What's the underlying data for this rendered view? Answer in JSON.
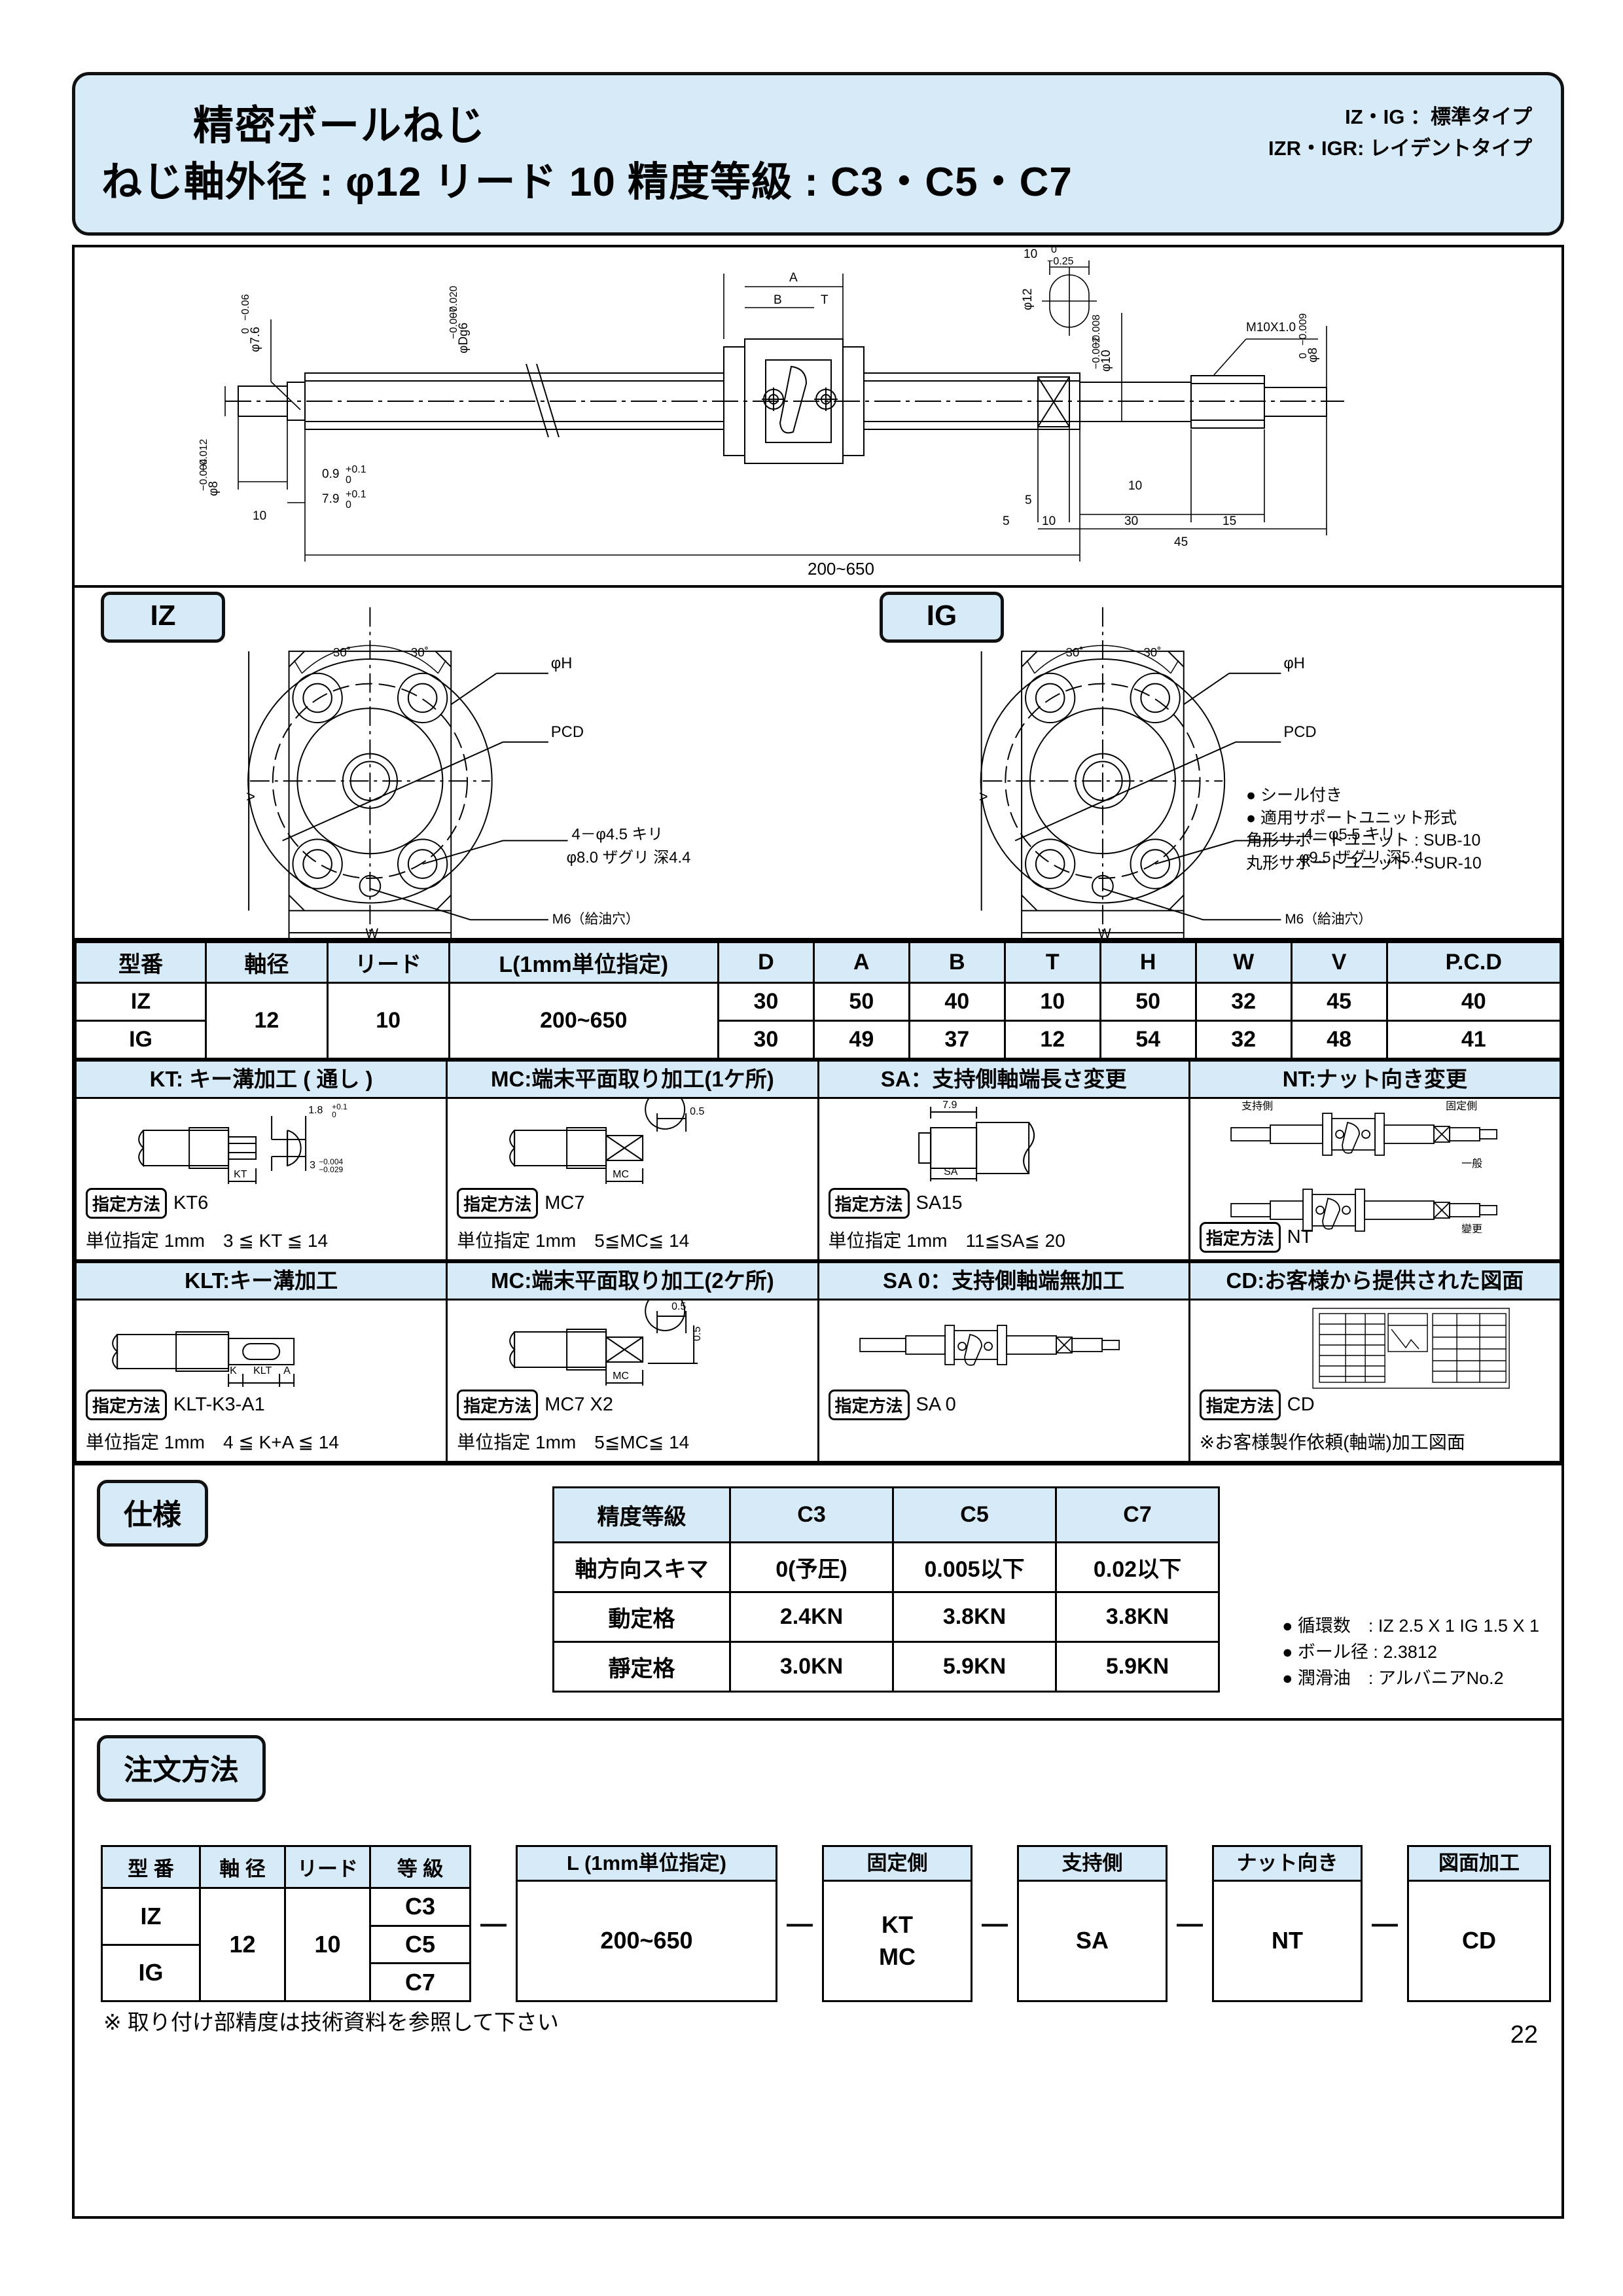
{
  "header": {
    "title_line1": "精密ボールねじ",
    "title_line2": "ねじ軸外径 : φ12 リード 10 精度等級 : C3・C5・C7",
    "note1": "IZ・IG ：標準タイプ",
    "note2": "IZR・IGR: レイデントタイプ"
  },
  "drawing": {
    "dim_phi76": "φ7.6",
    "dim_phi76_tol_up": "0",
    "dim_phi76_tol_dn": "−0.06",
    "dim_phi8a": "φ8",
    "dim_phi8a_tol_up": "−0.004",
    "dim_phi8a_tol_dn": "−0.012",
    "dim_10_left": "10",
    "dim_09": "0.9",
    "dim_09_tol_up": "+0.1",
    "dim_09_tol_dn": "0",
    "dim_79": "7.9",
    "dim_79_tol_up": "+0.1",
    "dim_79_tol_dn": "0",
    "dim_Dg6": "φDg6",
    "dim_Dg6_tol_up": "−0.007",
    "dim_Dg6_tol_dn": "−0.020",
    "label_A": "A",
    "label_B": "B",
    "label_T": "T",
    "dim_10_top": "10",
    "dim_10_top_tol_up": "0",
    "dim_10_top_tol_dn": "−0.25",
    "dim_phi12": "φ12",
    "dim_phi10": "φ10",
    "dim_phi10_tol_up": "−0.002",
    "dim_phi10_tol_dn": "−0.008",
    "thread": "M10X1.0",
    "dim_phi8b": "φ8",
    "dim_phi8b_tol_up": "0",
    "dim_phi8b_tol_dn": "−0.009",
    "dim_5a": "5",
    "dim_5b": "5",
    "dim_10a": "10",
    "dim_10b": "10",
    "dim_30": "30",
    "dim_15": "15",
    "dim_45": "45",
    "length_range": "200~650"
  },
  "flange": {
    "iz_label": "IZ",
    "ig_label": "IG",
    "angle": "30˚",
    "phiH": "φH",
    "pcd": "PCD",
    "iz_hole_line1": "4－φ4.5 キリ",
    "iz_hole_line2": "φ8.0 ザグリ 深4.4",
    "ig_hole_line1": "4－φ5.5 キリ",
    "ig_hole_line2": "φ9.5 ザグリ 深5.4",
    "oil_hole": "M6（給油穴）",
    "w_label": "W",
    "notes": [
      "● シール付き",
      "● 適用サポートユニット形式",
      "角形サポートユニット : SUB-10",
      "丸形サポートユニット : SUR-10"
    ]
  },
  "dim_table": {
    "headers": [
      "型番",
      "軸径",
      "リード",
      "L(1mm単位指定)",
      "D",
      "A",
      "B",
      "T",
      "H",
      "W",
      "V",
      "P.C.D"
    ],
    "rows": [
      {
        "model": "IZ",
        "shaft": "12",
        "lead": "10",
        "length": "200~650",
        "D": "30",
        "A": "50",
        "B": "40",
        "T": "10",
        "H": "50",
        "W": "32",
        "V": "45",
        "PCD": "40"
      },
      {
        "model": "IG",
        "shaft": "12",
        "lead": "10",
        "length": "200~650",
        "D": "30",
        "A": "49",
        "B": "37",
        "T": "12",
        "H": "54",
        "W": "32",
        "V": "48",
        "PCD": "41"
      }
    ]
  },
  "options": {
    "spec_pill": "指定方法",
    "row1": [
      {
        "title": "KT: キー溝加工 ( 通し )",
        "code": "KT6",
        "note": "単位指定 1mm　3 ≦ KT ≦ 14",
        "fig_dims": [
          "1.8",
          "+0.1",
          "0",
          "KT",
          "3",
          "−0.004",
          "−0.029"
        ]
      },
      {
        "title": "MC:端末平面取り加工(1ケ所)",
        "code": "MC7",
        "note": "単位指定 1mm　5≦MC≦ 14",
        "fig_dims": [
          "0.5",
          "MC"
        ]
      },
      {
        "title": "SA：支持側軸端長さ変更",
        "code": "SA15",
        "note": "単位指定 1mm　11≦SA≦ 20",
        "fig_dims": [
          "7.9",
          "SA"
        ]
      },
      {
        "title": "NT:ナット向き変更",
        "code": "NT",
        "note": "",
        "fig_dims": [
          "支持側",
          "固定側",
          "一般",
          "變更"
        ]
      }
    ],
    "row2": [
      {
        "title": "KLT:キー溝加工",
        "code": "KLT-K3-A1",
        "note": "単位指定 1mm　4 ≦ K+A ≦ 14",
        "fig_dims": [
          "K",
          "KLT",
          "A"
        ]
      },
      {
        "title": "MC:端末平面取り加工(2ケ所)",
        "code": "MC7 X2",
        "note": "単位指定 1mm　5≦MC≦ 14",
        "fig_dims": [
          "0.5",
          "0.5",
          "MC"
        ]
      },
      {
        "title": "SA 0：支持側軸端無加工",
        "code": "SA 0",
        "note": "",
        "fig_dims": []
      },
      {
        "title": "CD:お客様から提供された図面",
        "code": "CD",
        "note": "※お客様製作依頼(軸端)加工図面",
        "fig_dims": []
      }
    ]
  },
  "spec": {
    "badge": "仕様",
    "headers": [
      "精度等級",
      "C3",
      "C5",
      "C7"
    ],
    "rows": [
      {
        "label": "軸方向スキマ",
        "c3": "0(予圧)",
        "c5": "0.005以下",
        "c7": "0.02以下"
      },
      {
        "label": "動定格",
        "c3": "2.4KN",
        "c5": "3.8KN",
        "c7": "3.8KN"
      },
      {
        "label": "靜定格",
        "c3": "3.0KN",
        "c5": "5.9KN",
        "c7": "5.9KN"
      }
    ],
    "notes": [
      "● 循環数　: IZ 2.5 X 1  IG 1.5 X 1",
      "● ボール径 : 2.3812",
      "● 潤滑油　: アルバニアNo.2"
    ]
  },
  "order": {
    "badge": "注文方法",
    "group_headers": [
      "型 番",
      "軸 径",
      "リード",
      "等 級"
    ],
    "models": [
      "IZ",
      "IG"
    ],
    "shaft": "12",
    "lead": "10",
    "grades": [
      "C3",
      "C5",
      "C7"
    ],
    "blocks": [
      {
        "header": "L (1mm単位指定)",
        "body": "200~650"
      },
      {
        "header": "固定側",
        "body": "KT\nMC"
      },
      {
        "header": "支持側",
        "body": "SA"
      },
      {
        "header": "ナット向き",
        "body": "NT"
      },
      {
        "header": "図面加工",
        "body": "CD"
      }
    ],
    "separator": "—",
    "footnote": "※ 取り付け部精度は技術資料を参照して下さい",
    "page_number": "22"
  }
}
